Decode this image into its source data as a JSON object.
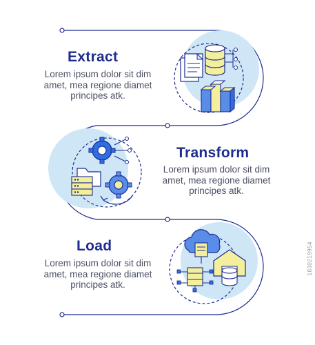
{
  "steps": [
    {
      "title": "Extract",
      "description": [
        "Lorem ipsum dolor sit dim",
        "amet, mea regione diamet",
        "principes atk."
      ]
    },
    {
      "title": "Transform",
      "description": [
        "Lorem ipsum dolor sit dim",
        "amet, mea regione diamet",
        "principes atk."
      ]
    },
    {
      "title": "Load",
      "description": [
        "Lorem ipsum dolor sit dim",
        "amet, mea regione diamet",
        "principes atk."
      ]
    }
  ],
  "side_id": "1830219954",
  "colors": {
    "title": "#1c2c8f",
    "text": "#4a4f63",
    "circle_fill": "#cfe6f7",
    "line": "#1c2c8f",
    "accent_yellow": "#f3ef9c",
    "accent_blue": "#2f6ee0"
  },
  "icons": [
    "database-document-icon",
    "gear-process-icon",
    "cloud-load-icon"
  ]
}
